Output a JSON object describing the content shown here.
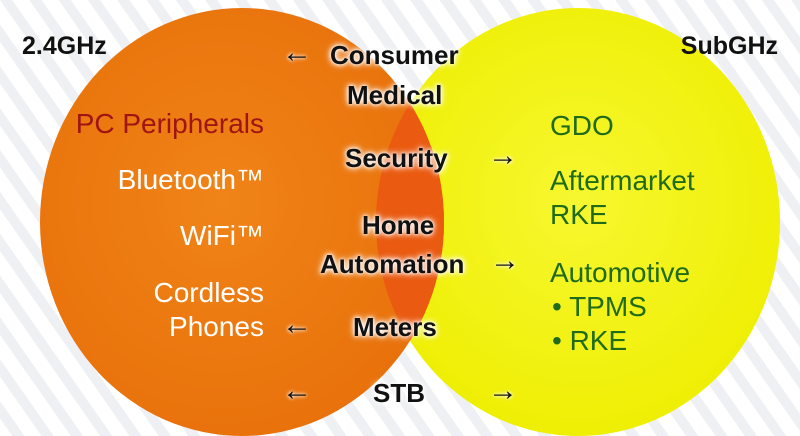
{
  "corners": {
    "left": "2.4GHz",
    "right": "SubGHz"
  },
  "left_only": {
    "pc": "PC Peripherals",
    "bluetooth": "Bluetooth™",
    "wifi": "WiFi™",
    "cordless_1": "Cordless",
    "cordless_2": "Phones"
  },
  "overlap": {
    "consumer": "Consumer",
    "medical": "Medical",
    "security": "Security",
    "home": "Home",
    "automation": "Automation",
    "meters": "Meters",
    "stb": "STB"
  },
  "right_only": {
    "gdo": "GDO",
    "aftermarket_1": "Aftermarket",
    "aftermarket_2": "RKE",
    "automotive": "Automotive",
    "bullet_1": "• TPMS",
    "bullet_2": "• RKE"
  },
  "arrows": {
    "left": "←",
    "right": "→"
  },
  "colors": {
    "left_circle": "#ee7a10",
    "right_circle": "#f3f200",
    "overlap": "#ea5a10",
    "pc_text": "#a01414",
    "left_text": "#ffffff",
    "right_text": "#1f6b1a"
  }
}
